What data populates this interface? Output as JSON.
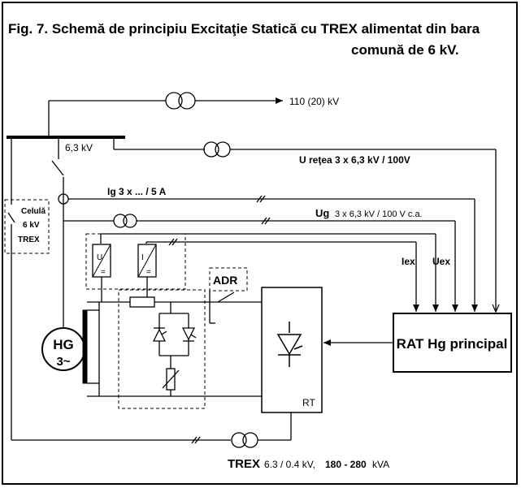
{
  "title": {
    "line1": "Fig. 7. Schemă de principiu Excitaţie Statică cu TREX alimentat din bara",
    "line2": "comună de 6 kV."
  },
  "labels": {
    "hv_line": "110 (20) kV",
    "bus_voltage": "6,3 kV",
    "u_retea": "U reţea 3 x 6,3 kV / 100V",
    "ig": "Ig 3 x ... / 5 A",
    "ug_prefix": "Ug",
    "ug_rest": "3 x 6,3 kV / 100 V c.a.",
    "cell_line1": "Celulă",
    "cell_line2": "6 kV",
    "cell_line3": "TREX",
    "iex": "Iex",
    "uex": "Uex",
    "adr": "ADR",
    "rat": "RAT Hg principal",
    "rt": "RT",
    "hg_line1": "HG",
    "hg_line2": "3~",
    "meter_u": "U",
    "meter_i": "I",
    "meter_sym": "=",
    "trex_bold": "TREX",
    "trex_rating_a": "6.3 / 0.4 kV,",
    "trex_rating_b": "180 - 280",
    "trex_rating_c": "kVA",
    "hash": "//"
  }
}
